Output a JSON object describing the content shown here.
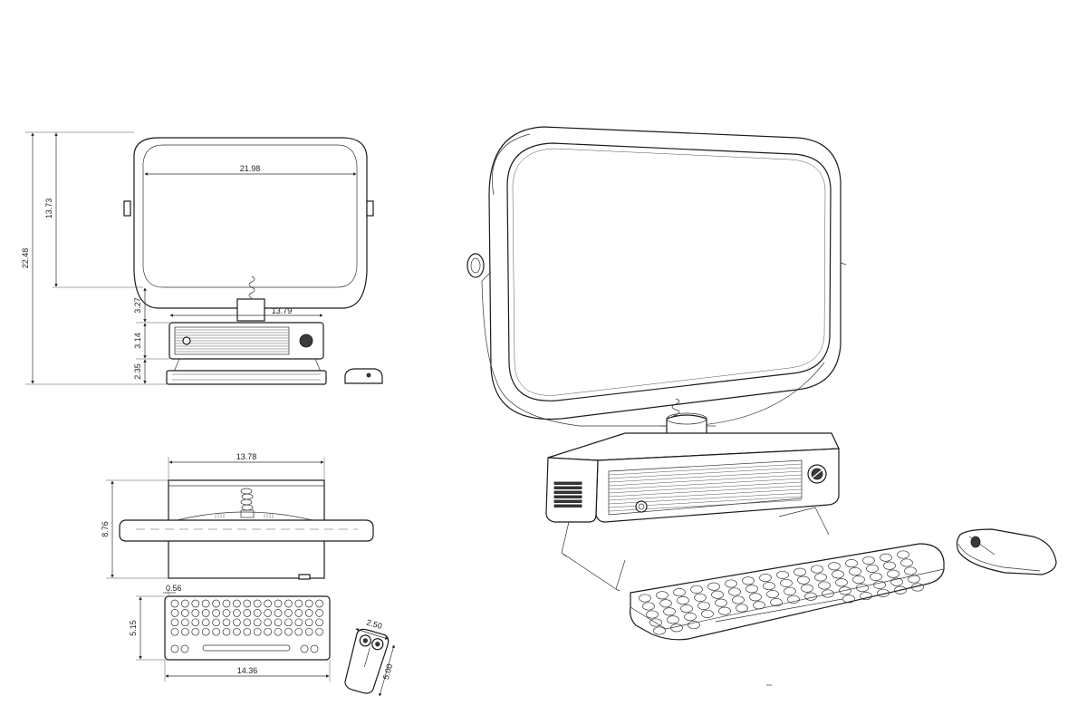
{
  "dimensions": {
    "total_height": "22.48",
    "screen_height": "13.73",
    "screen_width": "21.98",
    "neck_height": "3.27",
    "base_width_front": "13.79",
    "base_height": "3.14",
    "legs_height": "2.35",
    "base_width_top": "13.78",
    "depth": "8.76",
    "key_offset": "0.56",
    "keyboard_depth": "5.15",
    "keyboard_width": "14.36",
    "mouse_width": "2.50",
    "mouse_length": "5.00"
  },
  "colors": {
    "line": "#1a1a1a",
    "background": "#ffffff",
    "vent": "#3a3a3a"
  }
}
